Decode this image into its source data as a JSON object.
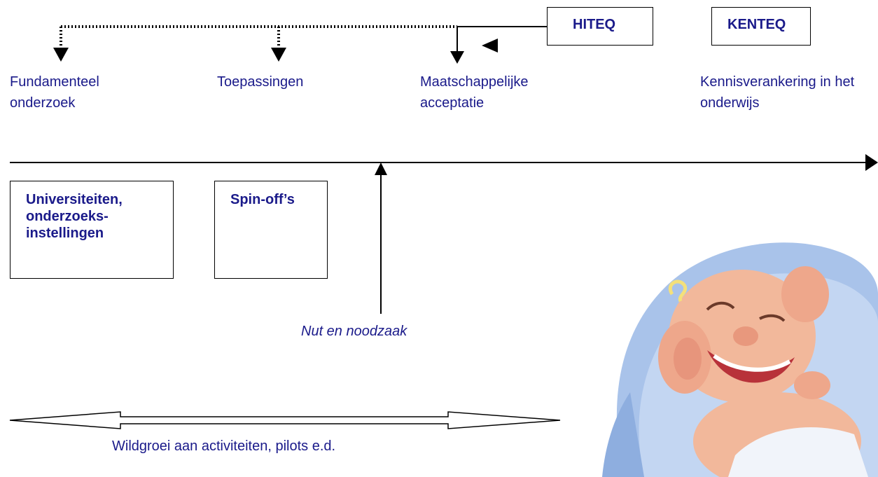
{
  "stages": [
    {
      "id": "fundamenteel",
      "text": "Fundamenteel onderzoek"
    },
    {
      "id": "toepassingen",
      "text": "Toepassingen"
    },
    {
      "id": "acceptatie",
      "text": "Maatschappelijke acceptatie"
    },
    {
      "id": "kennisverankering",
      "text": "Kennisverankering in het onderwijs"
    }
  ],
  "orgs": {
    "hiteq": "HITEQ",
    "kenteq": "KENTEQ",
    "universiteiten": "Universiteiten, onderzoeks-instellingen",
    "spinoffs": "Spin-off’s"
  },
  "labels": {
    "nut": "Nut en noodzaak",
    "wildgroei": "Wildgroei aan activiteiten, pilots e.d."
  },
  "colors": {
    "text": "#1a1a8a",
    "line": "#000000"
  }
}
